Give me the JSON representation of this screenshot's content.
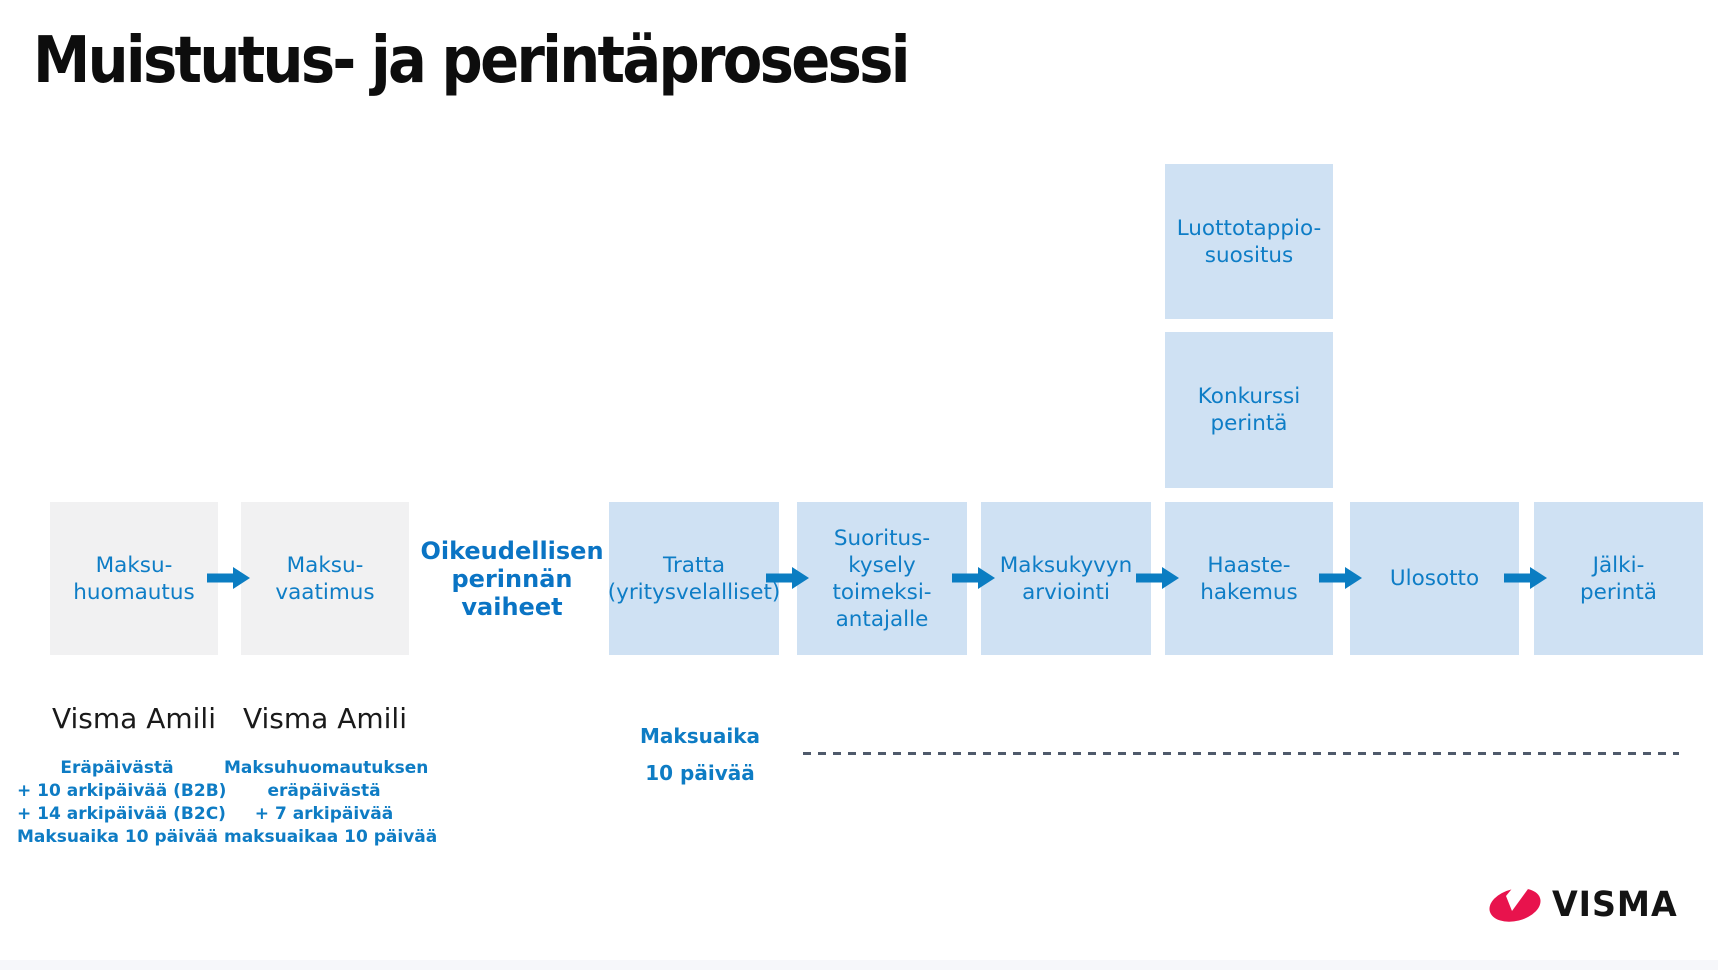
{
  "title": "Muistutus- ja perintäprosessi",
  "process": {
    "row": [
      {
        "style": "gray",
        "lines": [
          "Maksu-",
          "huomautus"
        ]
      },
      {
        "style": "gray",
        "lines": [
          "Maksu-",
          "vaatimus"
        ]
      },
      {
        "style": "blue",
        "lines": [
          "Tratta",
          "(yritysvelalliset)"
        ]
      },
      {
        "style": "blue",
        "lines": [
          "Suoritus-",
          "kysely",
          "toimeksi-",
          "antajalle"
        ]
      },
      {
        "style": "blue",
        "lines": [
          "Maksukyvyn",
          "arviointi"
        ]
      },
      {
        "style": "blue",
        "lines": [
          "Haaste-",
          "hakemus"
        ]
      },
      {
        "style": "blue",
        "lines": [
          "Ulosotto"
        ]
      },
      {
        "style": "blue",
        "lines": [
          "Jälki-",
          "perintä"
        ]
      }
    ],
    "stack": [
      {
        "lines": [
          "Luottotappio-",
          "suositus"
        ]
      },
      {
        "lines": [
          "Konkurssi",
          "perintä"
        ]
      }
    ],
    "legal_stage_label": {
      "lines": [
        "Oikeudellisen",
        "perinnän",
        "vaiheet"
      ]
    }
  },
  "notes": {
    "amili_1": {
      "title": "Visma Amili",
      "lines": [
        "Eräpäivästä",
        "+ 10 arkipäivää (B2B)",
        "+ 14 arkipäivää (B2C)",
        "Maksuaika 10 päivää"
      ]
    },
    "amili_2": {
      "title": "Visma Amili",
      "lines": [
        "Maksuhuomautuksen",
        "eräpäivästä",
        "+ 7 arkipäivää",
        "maksuaikaa 10 päivää"
      ]
    },
    "payment_term": {
      "lines": [
        "Maksuaika",
        "10 päivää"
      ]
    }
  },
  "logo": {
    "brand": "VISMA"
  },
  "colors": {
    "accent_blue": "#0e7dc6",
    "legal_blue": "#0a74c4",
    "box_blue": "#cfe1f3",
    "box_gray": "#f1f1f2",
    "arrow_blue": "#0b7dc2",
    "dash_gray": "#4f5a6b",
    "brand_red": "#e8134d"
  }
}
